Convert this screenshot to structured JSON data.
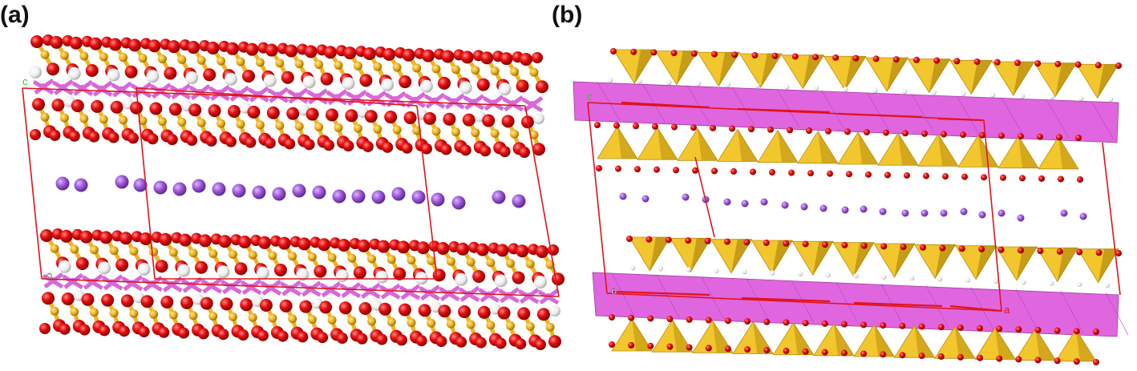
{
  "panels": {
    "a": {
      "label": "(a)",
      "axis_labels": {
        "top": "c",
        "bottom": "o"
      }
    },
    "b": {
      "label": "(b)",
      "axis_labels": {
        "top": "c",
        "bottom": "o",
        "corner": "a"
      }
    }
  },
  "colors": {
    "oxygen": "#e60d0d",
    "silicon": "#f0b41e",
    "hydrogen": "#f2f2f2",
    "octahedral_metal": "#d867d8",
    "interlayer_cation": "#9c55d6",
    "unit_cell": "#e0131a",
    "tetrahedra": "#f2c322",
    "octahedra": "#e066e0",
    "axis_c": "#2cc42c"
  }
}
